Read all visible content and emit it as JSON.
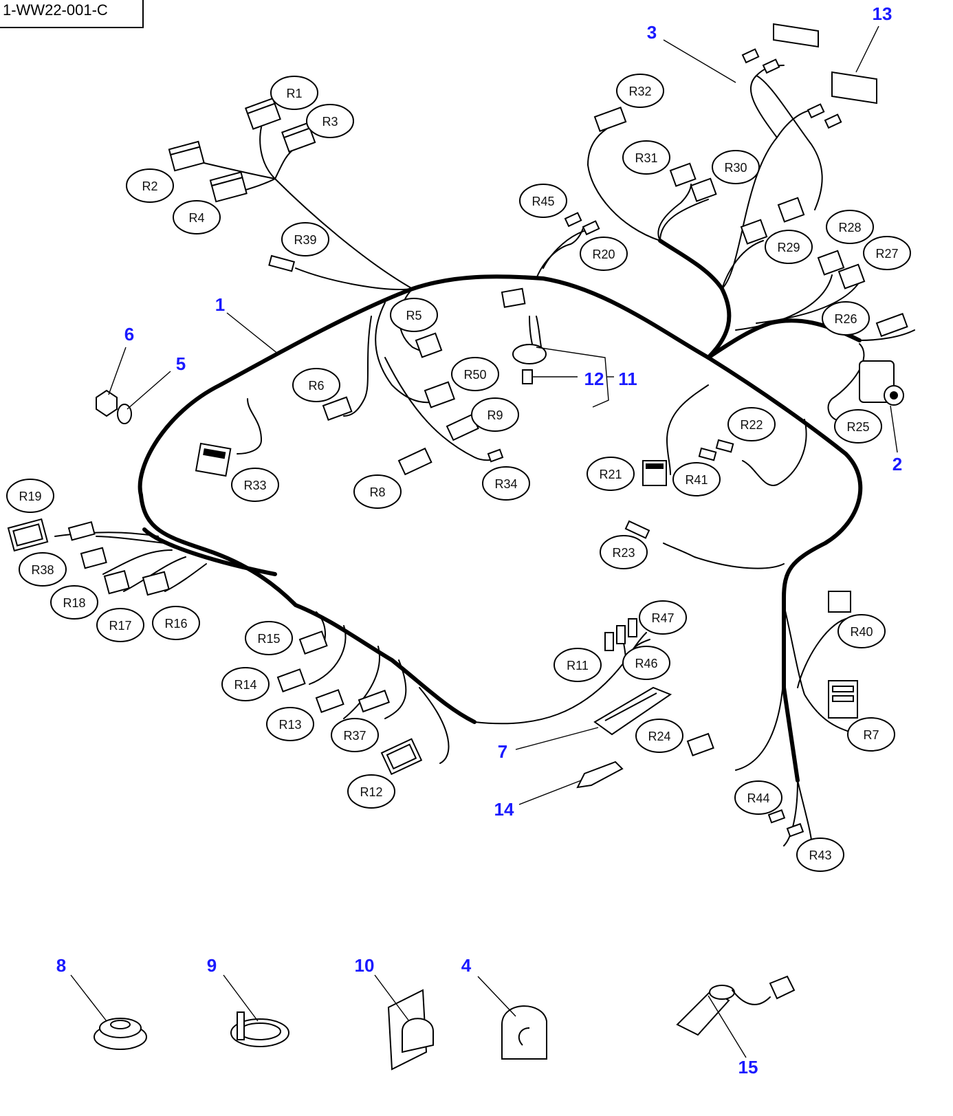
{
  "doc_id": "1-WW22-001-C",
  "accent_color": "#1a1aff",
  "callouts": [
    "1",
    "2",
    "3",
    "4",
    "5",
    "6",
    "7",
    "8",
    "9",
    "10",
    "11",
    "12",
    "13",
    "14",
    "15"
  ],
  "refs": [
    "R1",
    "R2",
    "R3",
    "R4",
    "R5",
    "R6",
    "R7",
    "R8",
    "R9",
    "R11",
    "R12",
    "R13",
    "R14",
    "R15",
    "R16",
    "R17",
    "R18",
    "R19",
    "R20",
    "R21",
    "R22",
    "R23",
    "R24",
    "R25",
    "R26",
    "R27",
    "R28",
    "R29",
    "R30",
    "R31",
    "R32",
    "R33",
    "R34",
    "R37",
    "R38",
    "R39",
    "R40",
    "R41",
    "R43",
    "R44",
    "R45",
    "R46",
    "R47",
    "R50"
  ]
}
